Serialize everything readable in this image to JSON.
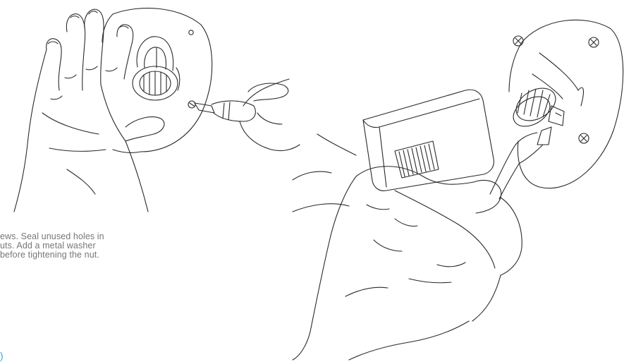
{
  "instructions": {
    "caption_lines": [
      "ews. Seal unused holes in",
      "uts. Add a metal washer",
      "before tightening the nut."
    ]
  },
  "figures": {
    "left": "hand-holding-mount-plate-screwdriver",
    "right": "hands-attaching-camera-to-wall-mount"
  },
  "colors": {
    "line_art": "#2a2a2a",
    "caption_text": "#777777",
    "accent": "#3aa7c9"
  }
}
